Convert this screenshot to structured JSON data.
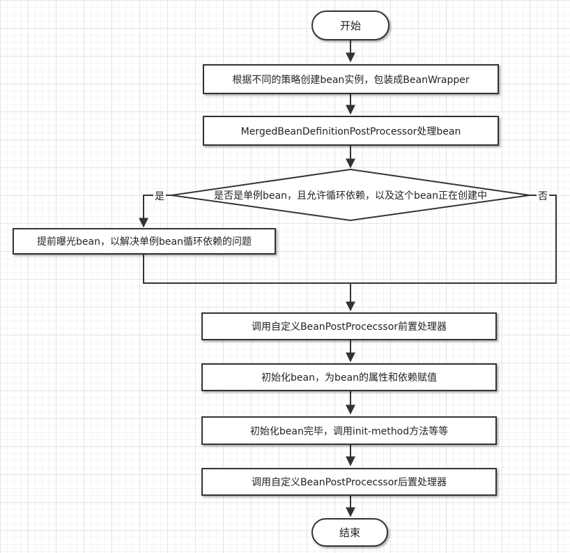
{
  "flowchart": {
    "start": "开始",
    "step_create": "根据不同的策略创建bean实例，包装成BeanWrapper",
    "step_merged": "MergedBeanDefinitionPostProcessor处理bean",
    "decision": "是否是单例bean，且允许循环依赖，以及这个bean正在创建中",
    "yes_label": "是",
    "no_label": "否",
    "step_expose": "提前曝光bean，以解决单例bean循环依赖的问题",
    "step_before": "调用自定义BeanPostProcecssor前置处理器",
    "step_init_props": "初始化bean，为bean的属性和依赖赋值",
    "step_init_done": "初始化bean完毕，调用init-method方法等等",
    "step_after": "调用自定义BeanPostProcecssor后置处理器",
    "end": "结束"
  },
  "colors": {
    "stroke": "#333333",
    "background": "#ffffff",
    "grid": "#e4e4e4"
  }
}
